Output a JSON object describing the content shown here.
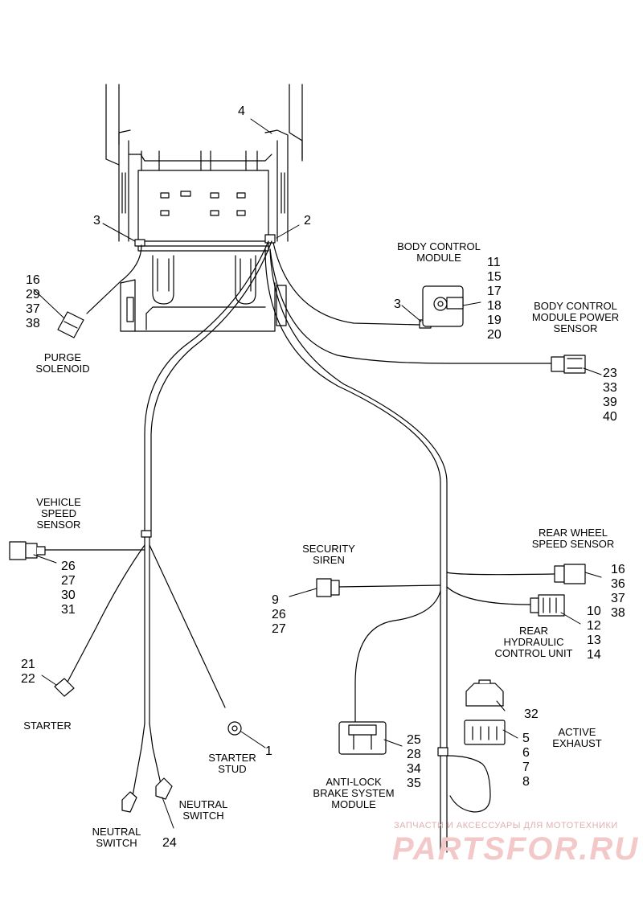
{
  "labels": {
    "body_control_module": [
      "BODY CONTROL",
      "MODULE"
    ],
    "bcm_power_sensor": [
      "BODY CONTROL",
      "MODULE POWER",
      "SENSOR"
    ],
    "purge_solenoid": [
      "PURGE",
      "SOLENOID"
    ],
    "vehicle_speed_sensor": [
      "VEHICLE",
      "SPEED",
      "SENSOR"
    ],
    "security_siren": [
      "SECURITY",
      "SIREN"
    ],
    "rear_wheel_speed_sensor": [
      "REAR WHEEL",
      "SPEED SENSOR"
    ],
    "rear_hydraulic_control_unit": [
      "REAR",
      "HYDRAULIC",
      "CONTROL UNIT"
    ],
    "starter": [
      "STARTER"
    ],
    "starter_stud": [
      "STARTER",
      "STUD"
    ],
    "neutral_switch_a": [
      "NEUTRAL",
      "SWITCH"
    ],
    "neutral_switch_b": [
      "NEUTRAL",
      "SWITCH"
    ],
    "active_exhaust": [
      "ACTIVE",
      "EXHAUST"
    ],
    "anti_lock_brake": [
      "ANTI-LOCK",
      "BRAKE SYSTEM",
      "MODULE"
    ]
  },
  "callouts": {
    "frame": "4",
    "clip_left": "3",
    "clip_right": "2",
    "bcm_clip": "3",
    "bcm_parts": [
      "11",
      "15",
      "17",
      "18",
      "19",
      "20"
    ],
    "purge_parts": [
      "16",
      "29",
      "37",
      "38"
    ],
    "bcm_power_parts": [
      "23",
      "33",
      "39",
      "40"
    ],
    "vss_parts": [
      "26",
      "27",
      "30",
      "31"
    ],
    "siren_parts": [
      "9",
      "26",
      "27"
    ],
    "rear_wheel_parts": [
      "16",
      "36",
      "37",
      "38"
    ],
    "rear_hcu_parts": [
      "10",
      "12",
      "13",
      "14"
    ],
    "starter_parts": [
      "21",
      "22"
    ],
    "starter_stud": "1",
    "neutral_switch": "24",
    "exhaust_cap": "32",
    "exhaust_parts": [
      "5",
      "6",
      "7",
      "8"
    ],
    "abs_parts": [
      "25",
      "28",
      "34",
      "35"
    ]
  },
  "watermark": {
    "top": "ЗАПЧАСТИ И АКСЕССУАРЫ ДЛЯ МОТОТЕХНИКИ",
    "big": "PARTSFOR.RU"
  }
}
